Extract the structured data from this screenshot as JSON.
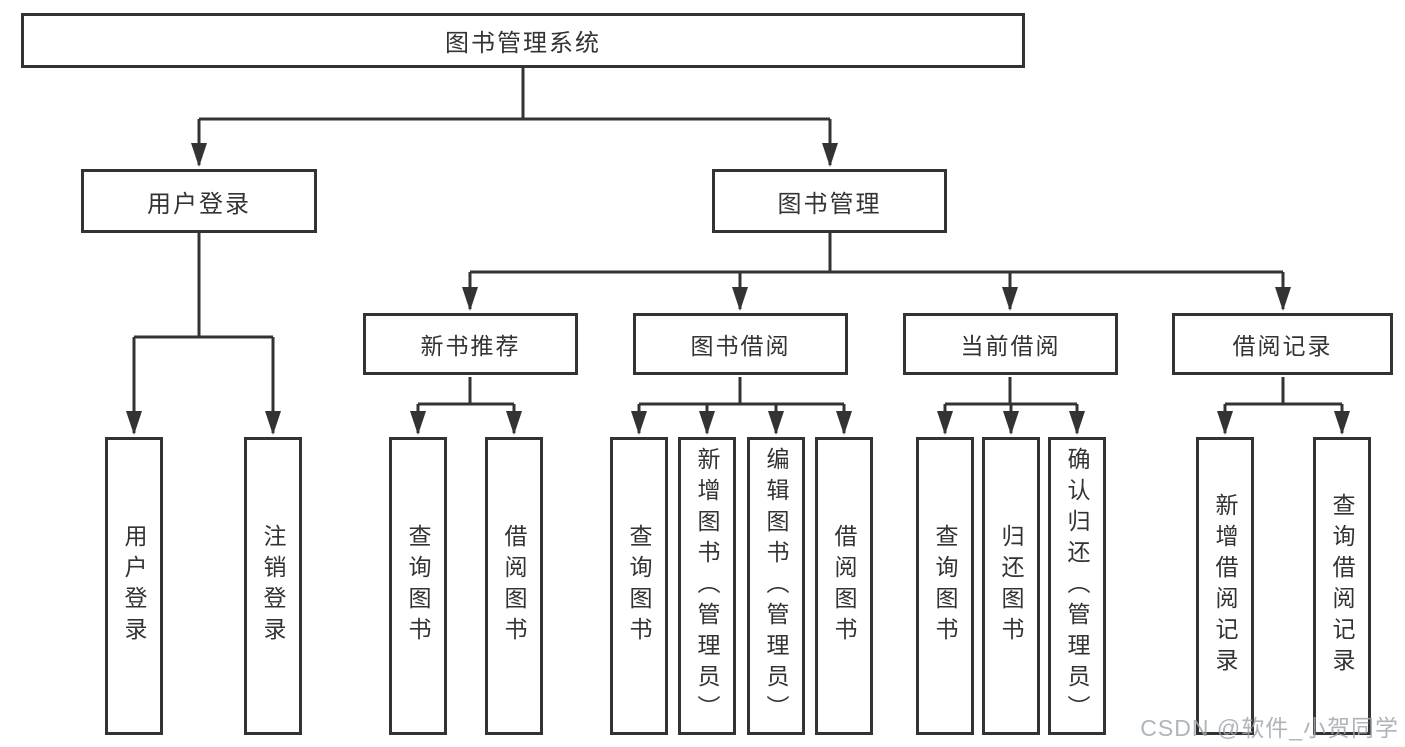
{
  "diagram": {
    "root": "图书管理系统",
    "login": {
      "label": "用户登录",
      "children": [
        "用户登录",
        "注销登录"
      ]
    },
    "management": {
      "label": "图书管理",
      "groups": [
        {
          "label": "新书推荐",
          "children": [
            "查询图书",
            "借阅图书"
          ]
        },
        {
          "label": "图书借阅",
          "children": [
            "查询图书",
            "新增图书（管理员）",
            "编辑图书（管理员）",
            "借阅图书"
          ]
        },
        {
          "label": "当前借阅",
          "children": [
            "查询图书",
            "归还图书",
            "确认归还（管理员）"
          ]
        },
        {
          "label": "借阅记录",
          "children": [
            "新增借阅记录",
            "查询借阅记录"
          ]
        }
      ]
    },
    "watermark": "CSDN @软件_小贺同学",
    "colors": {
      "line": "#333333",
      "text": "#333333",
      "background": "#ffffff",
      "watermark": "#a0a8af"
    }
  }
}
